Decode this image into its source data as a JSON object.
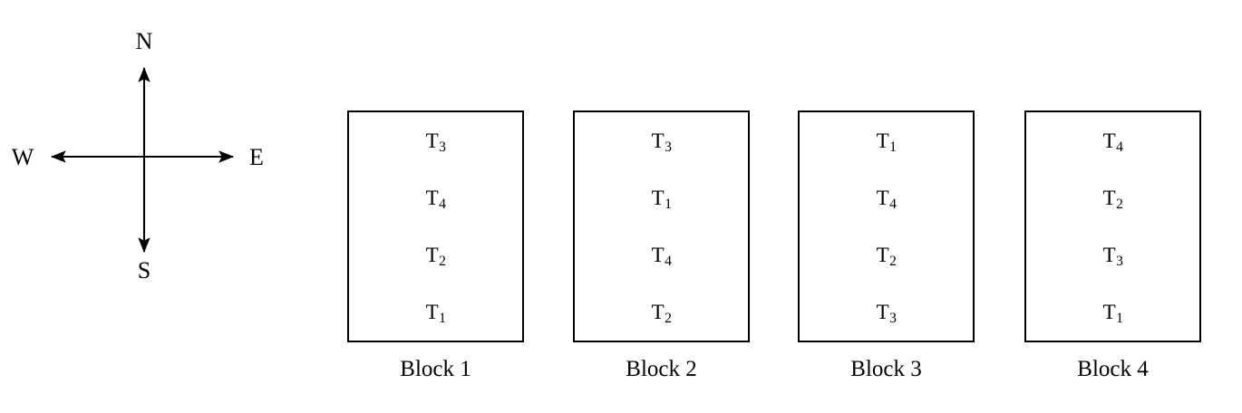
{
  "figure": {
    "background_color": "#ffffff",
    "line_color": "#000000"
  },
  "compass": {
    "name": "compass-rose",
    "north_label": "N",
    "south_label": "S",
    "west_label": "W",
    "east_label": "E"
  },
  "blocks": [
    {
      "caption": "Block 1",
      "plots": [
        {
          "treatment": "T",
          "index": "3"
        },
        {
          "treatment": "T",
          "index": "4"
        },
        {
          "treatment": "T",
          "index": "2"
        },
        {
          "treatment": "T",
          "index": "1"
        }
      ]
    },
    {
      "caption": "Block 2",
      "plots": [
        {
          "treatment": "T",
          "index": "3"
        },
        {
          "treatment": "T",
          "index": "1"
        },
        {
          "treatment": "T",
          "index": "4"
        },
        {
          "treatment": "T",
          "index": "2"
        }
      ]
    },
    {
      "caption": "Block 3",
      "plots": [
        {
          "treatment": "T",
          "index": "1"
        },
        {
          "treatment": "T",
          "index": "4"
        },
        {
          "treatment": "T",
          "index": "2"
        },
        {
          "treatment": "T",
          "index": "3"
        }
      ]
    },
    {
      "caption": "Block 4",
      "plots": [
        {
          "treatment": "T",
          "index": "4"
        },
        {
          "treatment": "T",
          "index": "2"
        },
        {
          "treatment": "T",
          "index": "3"
        },
        {
          "treatment": "T",
          "index": "1"
        }
      ]
    }
  ]
}
